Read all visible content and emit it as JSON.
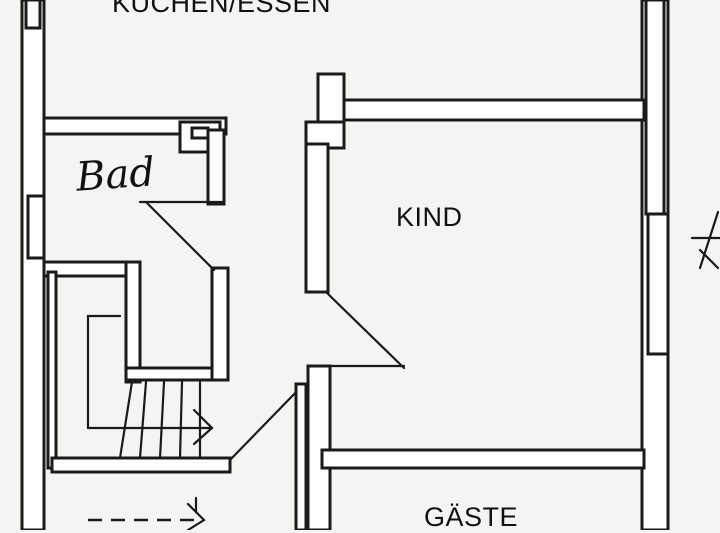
{
  "rooms": [
    {
      "id": "kuechen-essen",
      "label": "KÜCHEN/ESSEN"
    },
    {
      "id": "bad",
      "label": "Bad"
    },
    {
      "id": "kind",
      "label": "KIND"
    },
    {
      "id": "gaeste",
      "label": "GÄSTE"
    }
  ],
  "colors": {
    "ink": "#1a1a1a",
    "paper": "#f4f4f2"
  }
}
